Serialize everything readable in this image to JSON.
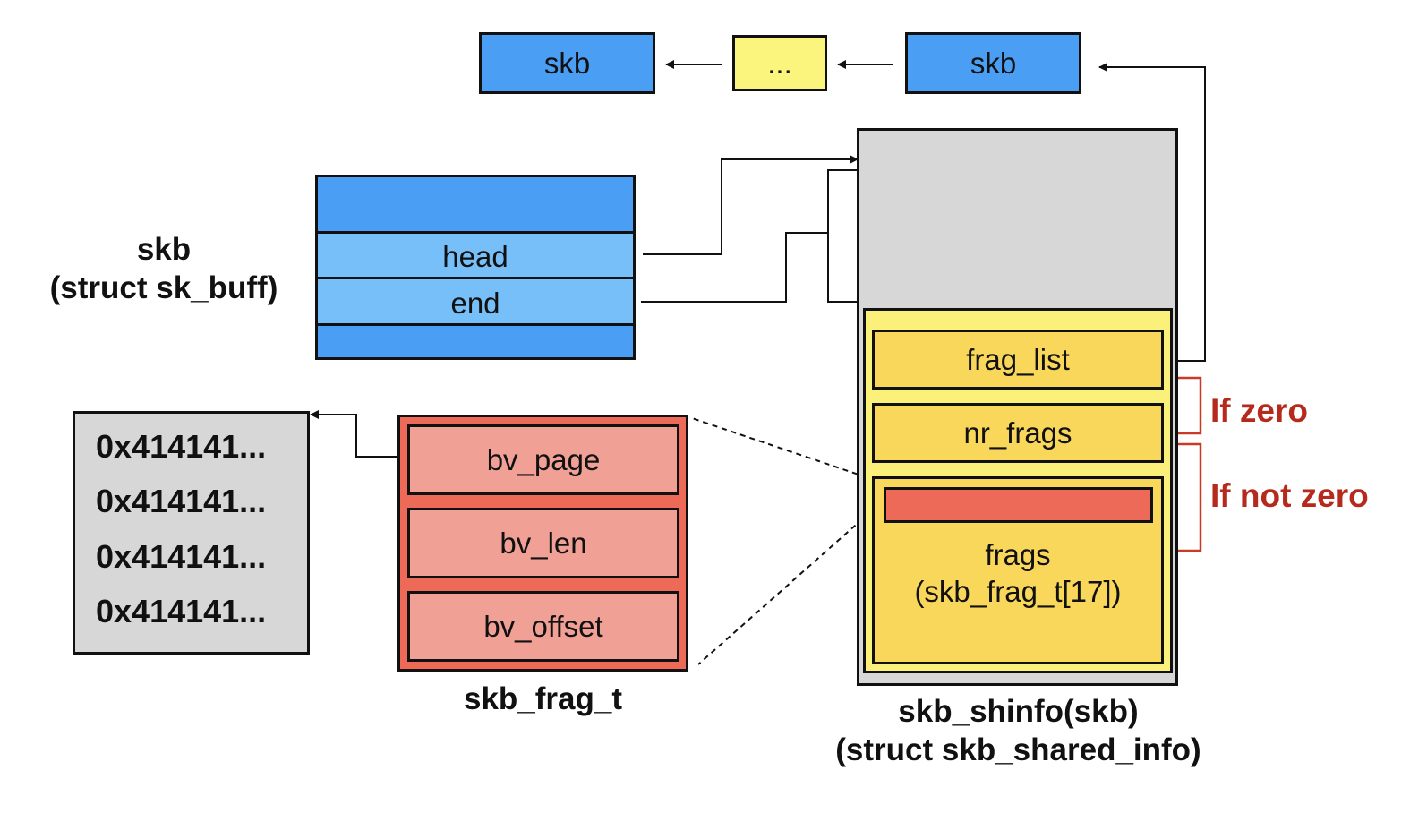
{
  "linked_list": {
    "first_node": "skb",
    "middle_node": "...",
    "last_node": "skb"
  },
  "sk_buff": {
    "title_line1": "skb",
    "title_line2": "(struct sk_buff)",
    "fields": {
      "head": "head",
      "end": "end"
    }
  },
  "shared_info": {
    "caption_line1": "skb_shinfo(skb)",
    "caption_line2": "(struct skb_shared_info)",
    "fields": {
      "frag_list": "frag_list",
      "nr_frags": "nr_frags",
      "frags_line1": "frags",
      "frags_line2": "(skb_frag_t[17])"
    },
    "conditions": {
      "zero": "If zero",
      "not_zero": "If not zero"
    }
  },
  "frag": {
    "caption": "skb_frag_t",
    "fields": {
      "bv_page": "bv_page",
      "bv_len": "bv_len",
      "bv_offset": "bv_offset"
    }
  },
  "page_memory": {
    "values": [
      "0x414141...",
      "0x414141...",
      "0x414141...",
      "0x414141..."
    ]
  },
  "colors": {
    "skb_blue": "#4a9ff5",
    "field_blue": "#76bff9",
    "ellipsis_yellow": "#fbf57e",
    "shinfo_yellow": "#f9d75b",
    "frag_red": "#ec6a57",
    "frag_field_pink": "#f1a096",
    "memory_gray": "#d7d7d7",
    "condition_red": "#b6291d"
  }
}
